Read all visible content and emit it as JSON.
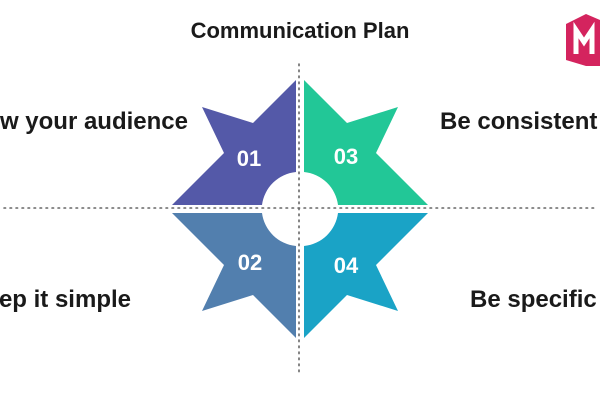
{
  "title": "Communication Plan",
  "steps": [
    {
      "number": "01",
      "label": "ow your audience",
      "color": "#5459A8"
    },
    {
      "number": "02",
      "label": "eep it simple",
      "color": "#527FAE"
    },
    {
      "number": "03",
      "label": "Be consistent",
      "color": "#22C797"
    },
    {
      "number": "04",
      "label": "Be specific",
      "color": "#1AA3C6"
    }
  ],
  "logo": {
    "color": "#D4245E",
    "icon": "brand-logo-icon"
  }
}
